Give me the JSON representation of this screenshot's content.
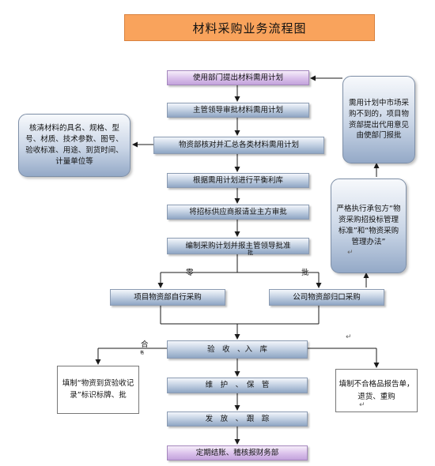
{
  "title": "材料采购业务流程图",
  "steps": {
    "s1": "使用部门提出材料需用计划",
    "s2": "主管领导审批材料需用计划",
    "s3": "物资部核对并汇总各类材料需用计划",
    "s4": "根据需用计划进行平衡利库",
    "s5": "将招标供应商报请业主方审批",
    "s6": "编制采购计划并报主管领导批准",
    "s7": "项目物资部自行采购",
    "s8": "公司物资部归口采购",
    "s9": "验　收　、入　库",
    "s10": "维　护　、　保　管",
    "s11": "发　放　、　跟　踪",
    "s12": "定期结账、稽核报财务部"
  },
  "notes": {
    "left": "核清材料的具名、规格、型号、材质、技术参数、图号、验收标准、用途、到货时间、计量单位等",
    "right_top": "需用计划中市场采购不到的，项目物资部提出代用意见由使部门报批",
    "right_mid": "严格执行承包方“物资采购招投标管理标准”和“物资采购管理办法”",
    "left_bottom": "填制“物资到货验收记录”标识标牌、批",
    "right_bottom": "填制不合格品报告单，退货、重购"
  },
  "labels": {
    "ling": "零",
    "pi": "批",
    "he": "合",
    "ge": "格"
  },
  "marks": {
    "return": "↵",
    "sup": "批"
  }
}
